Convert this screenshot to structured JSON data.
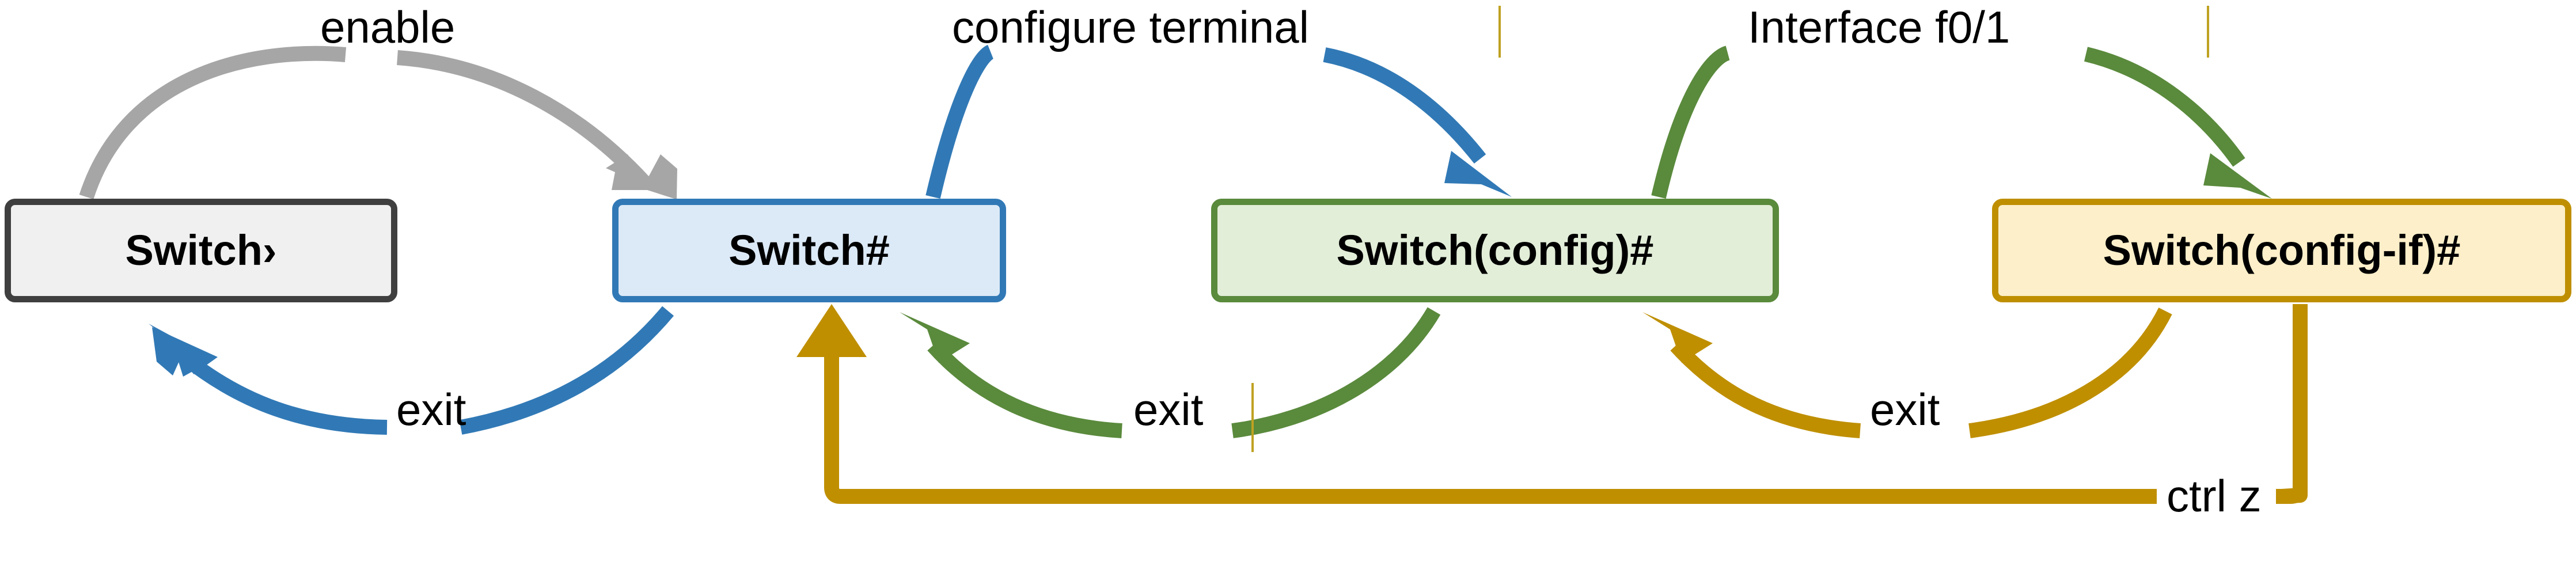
{
  "diagram": {
    "title": "Cisco IOS CLI mode transition diagram",
    "background": "#ffffff",
    "nodes": [
      {
        "id": "user-exec",
        "label": "Switch›",
        "fill": "#f0f0f0",
        "border": "#3f3f3f"
      },
      {
        "id": "privileged",
        "label": "Switch#",
        "fill": "#dce9f7",
        "border": "#3179b6"
      },
      {
        "id": "global-config",
        "label": "Switch(config)#",
        "fill": "#e2eed8",
        "border": "#5a8a3c"
      },
      {
        "id": "interface-config",
        "label": "Switch(config-if)#",
        "fill": "#fcefc9",
        "border": "#bf8f00"
      }
    ],
    "edges": [
      {
        "id": "enable",
        "label": "enable",
        "from": "user-exec",
        "to": "privileged",
        "color": "#a6a6a6"
      },
      {
        "id": "exit-to-user",
        "label": "exit",
        "from": "privileged",
        "to": "user-exec",
        "color": "#3179b6"
      },
      {
        "id": "configure-terminal",
        "label": "configure terminal",
        "from": "privileged",
        "to": "global-config",
        "color": "#3179b6"
      },
      {
        "id": "exit-to-priv",
        "label": "exit",
        "from": "global-config",
        "to": "privileged",
        "color": "#5a8a3c"
      },
      {
        "id": "interface-f0-1",
        "label": "Interface f0/1",
        "from": "global-config",
        "to": "interface-config",
        "color": "#5a8a3c"
      },
      {
        "id": "exit-to-config",
        "label": "exit",
        "from": "interface-config",
        "to": "global-config",
        "color": "#bf8f00"
      },
      {
        "id": "ctrl-z",
        "label": "ctrl z",
        "from": "interface-config",
        "to": "privileged",
        "color": "#bf8f00"
      }
    ],
    "colors": {
      "gray": "#a6a6a6",
      "blue": "#3179b6",
      "green": "#5a8a3c",
      "gold": "#bf8f00",
      "tick": "#bfa121",
      "text": "#000000"
    }
  }
}
